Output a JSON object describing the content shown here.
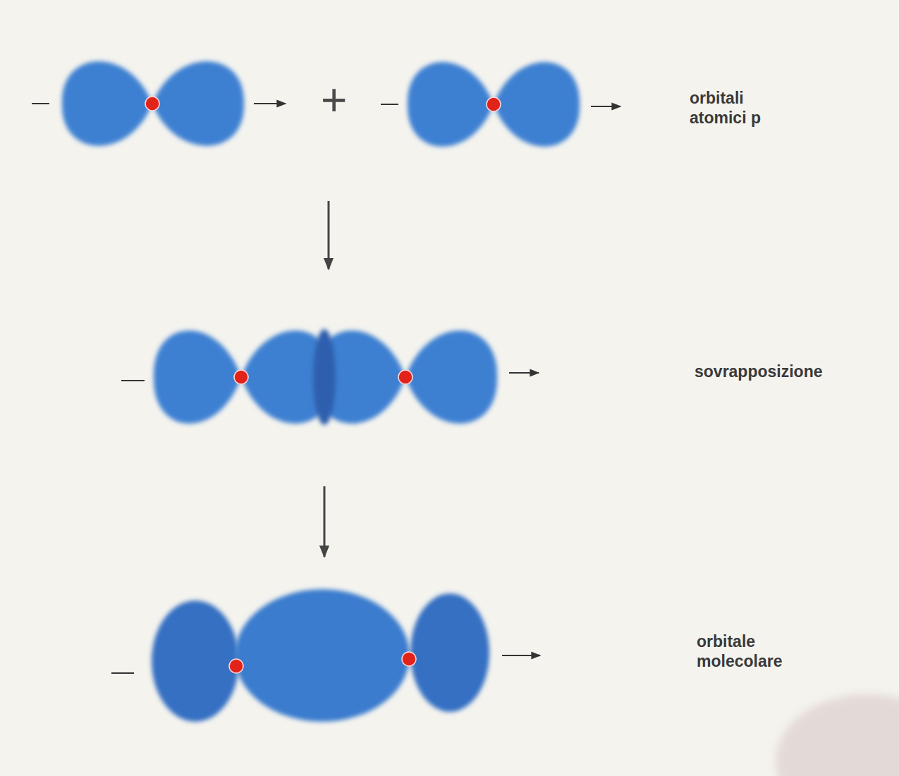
{
  "diagram": {
    "labels": [
      "orbitali atomici p",
      "+",
      "sovrapposizione",
      "orbitale molecolare"
    ]
  }
}
